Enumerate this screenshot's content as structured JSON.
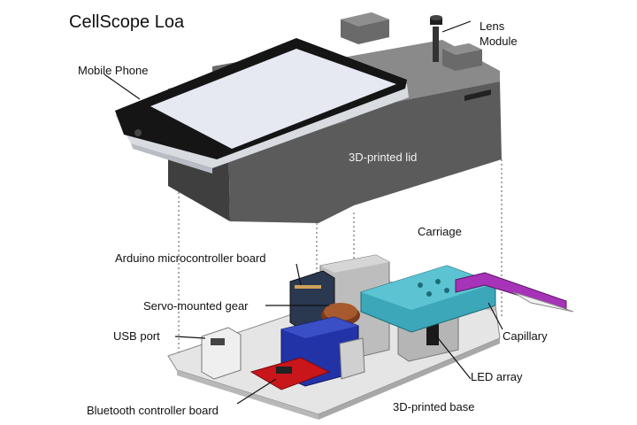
{
  "title": "CellScope Loa",
  "labels": {
    "lens_module_line1": "Lens",
    "lens_module_line2": "Module",
    "mobile_phone": "Mobile Phone",
    "lid": "3D-printed lid",
    "carriage": "Carriage",
    "arduino": "Arduino microcontroller board",
    "servo_gear": "Servo-mounted gear",
    "usb_port": "USB port",
    "capillary": "Capillary",
    "led_array": "LED array",
    "bluetooth": "Bluetooth controller board",
    "base": "3D-printed base"
  },
  "colors": {
    "lid": "#5b5b5b",
    "phone_body": "#1a1a1a",
    "phone_screen": "#e6e8f2",
    "carriage": "#3ca7b8",
    "servo": "#2233a8",
    "bluetooth_board": "#c8161b",
    "capillary": "#a733b8",
    "base": "#dcdcdc"
  }
}
